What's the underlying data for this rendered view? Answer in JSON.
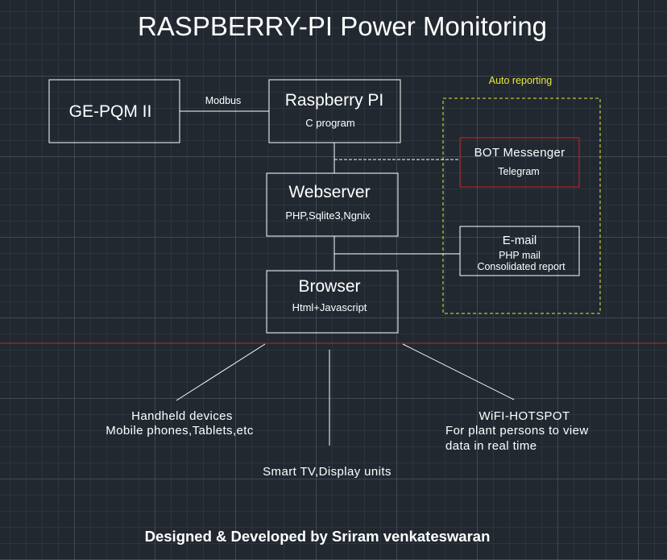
{
  "diagram": {
    "title": "RASPBERRY-PI Power Monitoring",
    "nodes": {
      "ge_pqm": {
        "label": "GE-PQM II"
      },
      "raspberry_pi": {
        "label": "Raspberry PI",
        "sub": "C program"
      },
      "webserver": {
        "label": "Webserver",
        "sub": "PHP,Sqlite3,Ngnix"
      },
      "browser": {
        "label": "Browser",
        "sub": "Html+Javascript"
      },
      "bot_messenger": {
        "label": "BOT Messenger",
        "sub": "Telegram"
      },
      "email": {
        "label": "E-mail",
        "sub": "PHP mail",
        "sub2": "Consolidated report"
      }
    },
    "auto_reporting_label": "Auto reporting",
    "edges": {
      "modbus_label": "Modbus"
    },
    "clients": {
      "handheld": {
        "line1": "Handheld devices",
        "line2": "Mobile phones,Tablets,etc"
      },
      "smart_tv": {
        "line1": "Smart TV,Display units"
      },
      "wifi": {
        "line1": "WiFI-HOTSPOT",
        "line2": "For plant persons to view",
        "line3": "data in real time"
      }
    },
    "credit": "Designed & Developed by Sriram venkateswaran",
    "colors": {
      "background": "#212830",
      "line": "#ffffff",
      "bot_border": "#d42020",
      "auto_border": "#e8e83a",
      "axis_line": "#b03030"
    }
  }
}
